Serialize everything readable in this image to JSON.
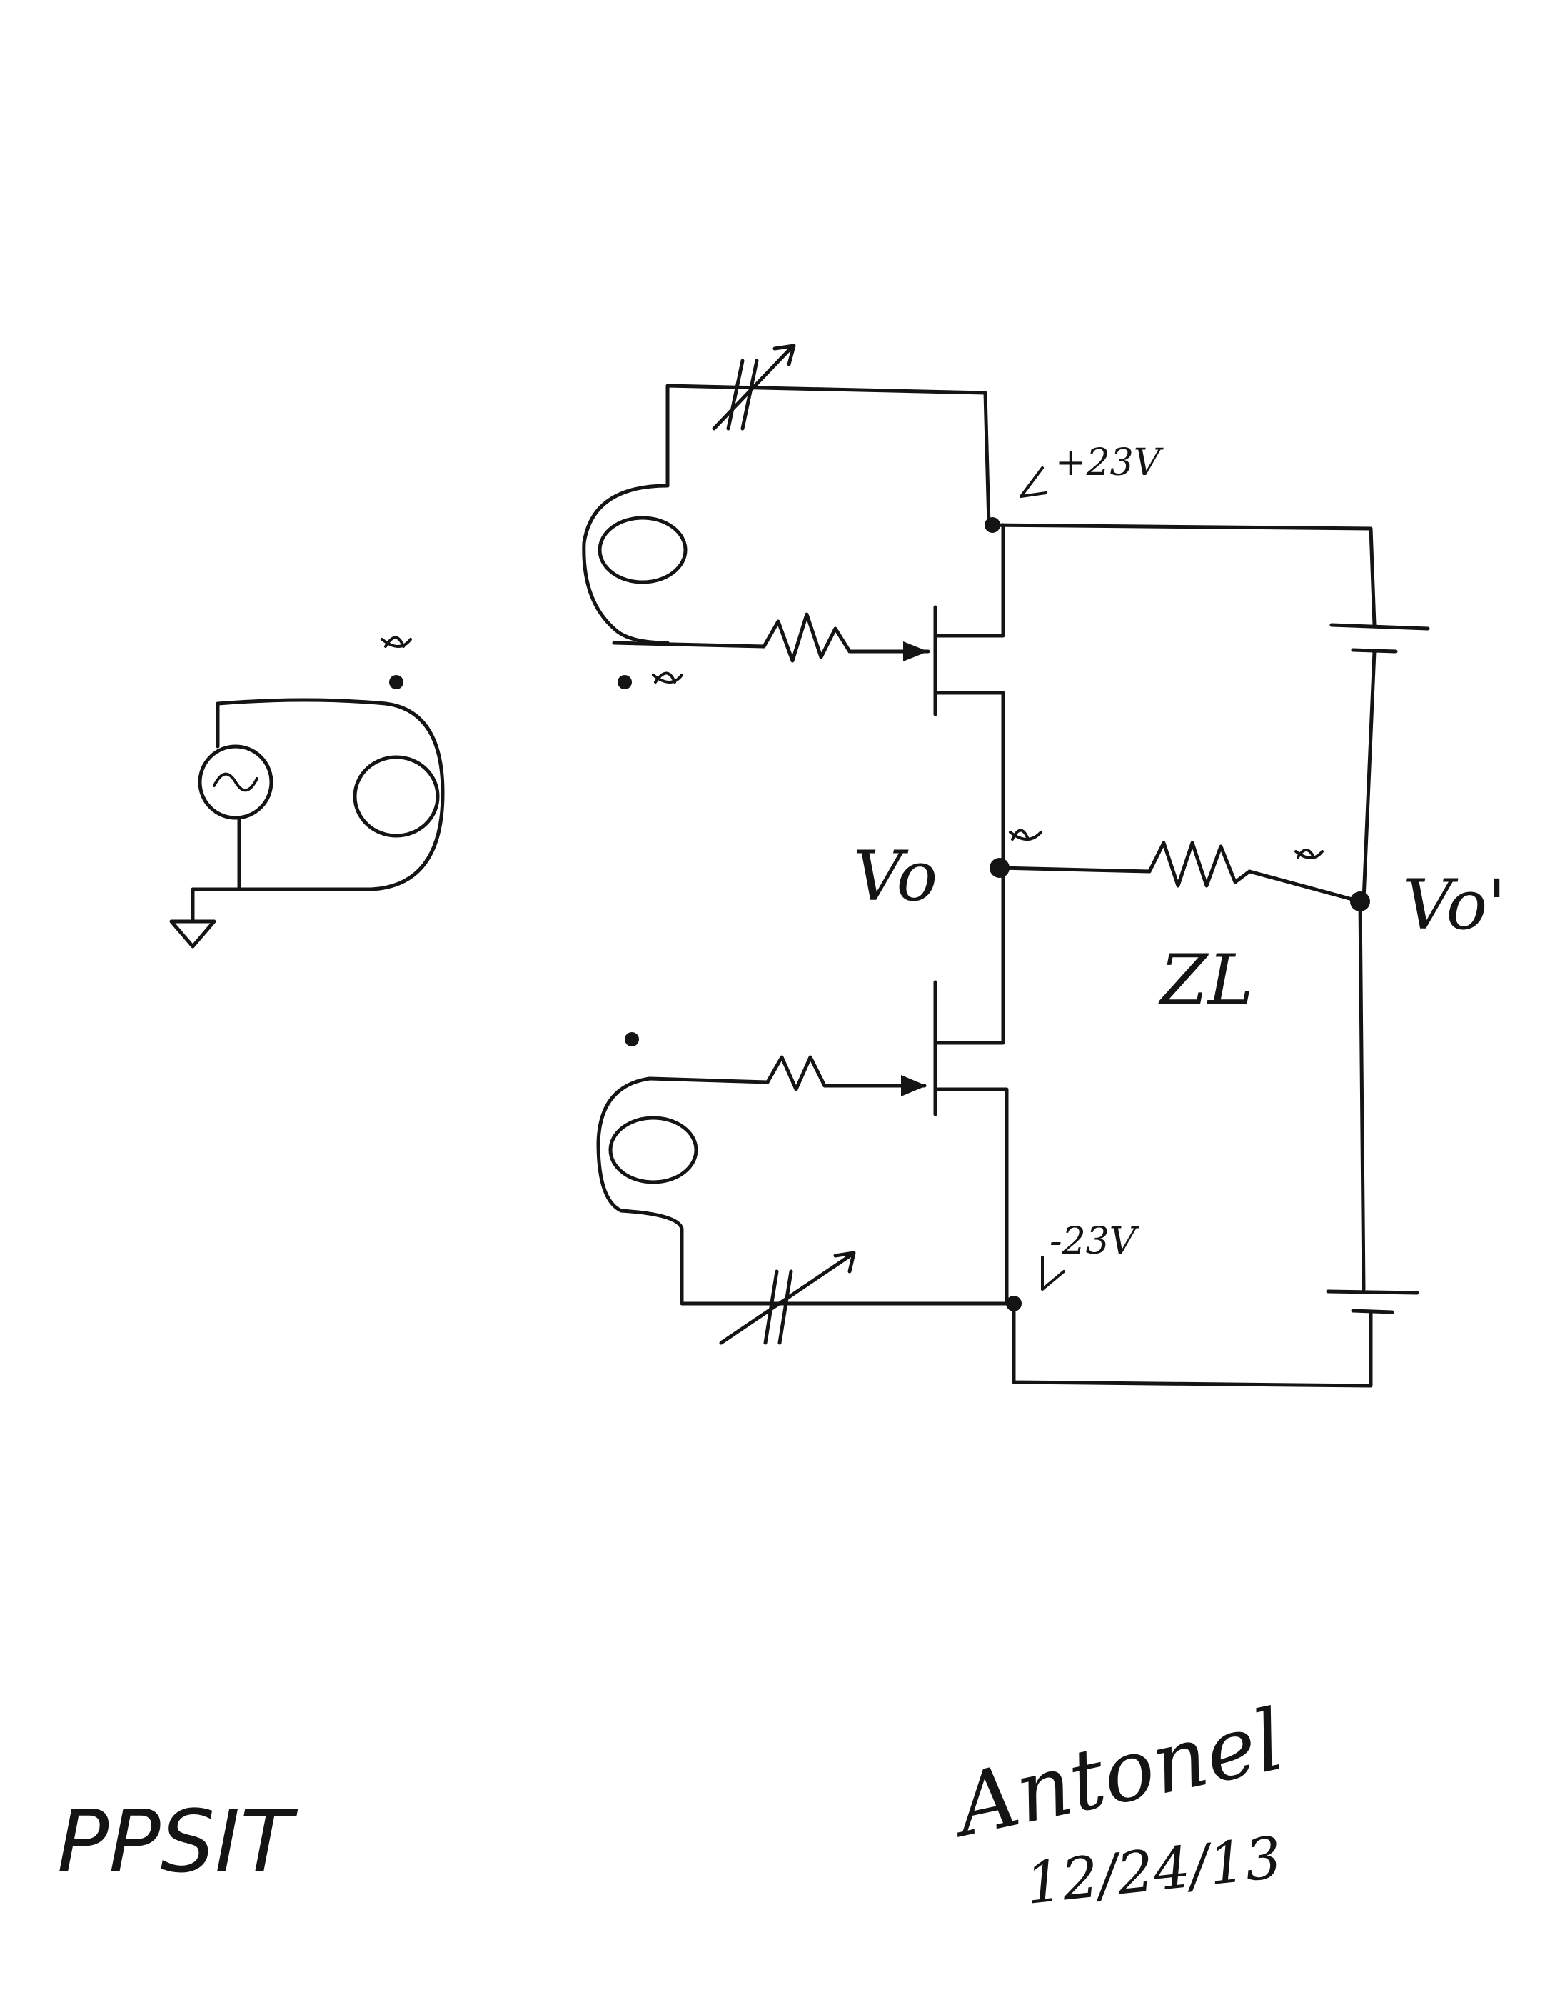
{
  "diagram": {
    "labels": {
      "vplus": "+23V",
      "vminus": "-23V",
      "vo": "Vo",
      "vo_prime": "Vo'",
      "zl": "ZL"
    },
    "footer": {
      "left_note": "PPSIT",
      "signature": "Antonel",
      "date": "12/24/13"
    },
    "colors": {
      "ink": "#141414",
      "paper": "#ffffff"
    }
  }
}
